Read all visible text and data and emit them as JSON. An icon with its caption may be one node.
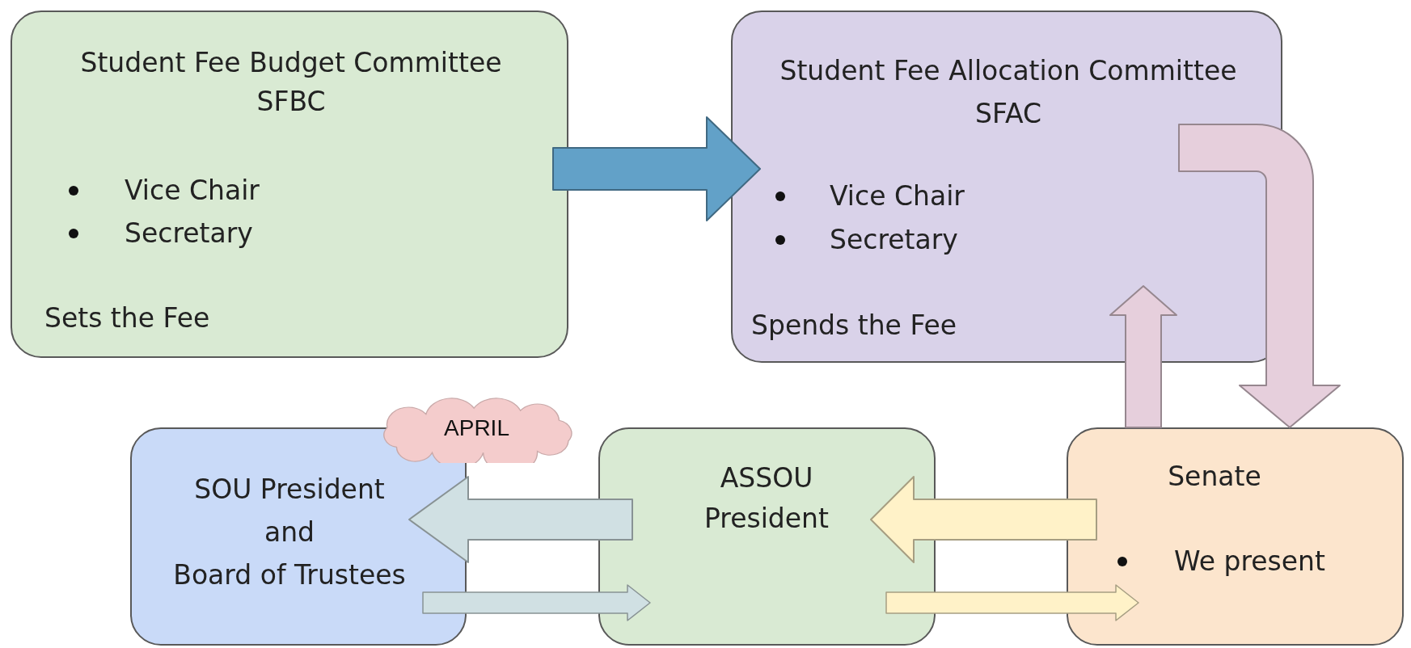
{
  "diagram": {
    "nodes": [
      {
        "text": [
          "Student Fee Budget Committee SFBC",
          "Vice Chair",
          "Secretary",
          "Sets the Fee"
        ]
      },
      {
        "text": [
          "Student Fee Allocation Committee SFAC",
          "Vice Chair",
          "Secretary",
          "Spends the Fee"
        ]
      },
      {
        "text": [
          "SOU President and Board of Trustees"
        ]
      },
      {
        "text": [
          "APRIL"
        ]
      },
      {
        "text": [
          "ASSOU President"
        ]
      },
      {
        "text": [
          "Senate",
          "We present"
        ]
      }
    ],
    "edges": [
      {
        "from": 0,
        "to": 1,
        "arrow": "to",
        "style": "thick",
        "color": "#62a1c8"
      },
      {
        "from": 1,
        "to": 5,
        "arrow": "to",
        "style": "thick",
        "color": "#e6cfdc"
      },
      {
        "from": 5,
        "to": 1,
        "arrow": "to",
        "style": "thick",
        "color": "#e6cfdc"
      },
      {
        "from": 5,
        "to": 4,
        "arrow": "to",
        "style": "thick",
        "color": "#fff2c8"
      },
      {
        "from": 4,
        "to": 2,
        "arrow": "to",
        "style": "thick",
        "color": "#d0e0e3"
      },
      {
        "from": 2,
        "to": 4,
        "arrow": "to",
        "color": "#d0e0e3"
      },
      {
        "from": 4,
        "to": 5,
        "arrow": "to",
        "color": "#fff2c8"
      }
    ]
  }
}
